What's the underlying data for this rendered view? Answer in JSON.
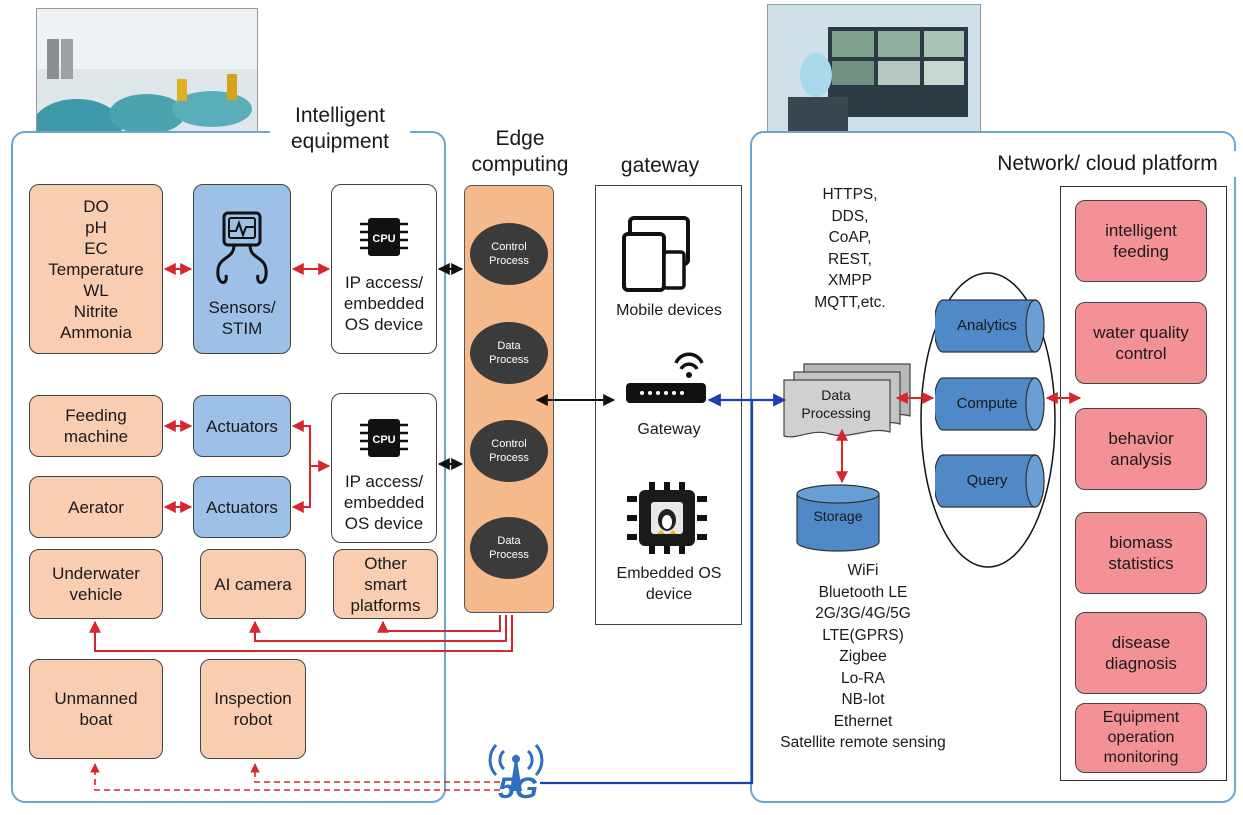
{
  "panels": {
    "intelligent_title": "Intelligent\nequipment",
    "edge_title": "Edge\ncomputing",
    "gateway_title": "gateway",
    "cloud_title": "Network/ cloud platform"
  },
  "left": {
    "params": "DO\npH\nEC\nTemperature\nWL\nNitrite\nAmmonia",
    "sensors": "Sensors/\nSTIM",
    "ip_device_1": "IP access/\nembedded\nOS device",
    "ip_device_2": "IP access/\nembedded\nOS device",
    "cpu_chip": "CPU",
    "feeding": "Feeding\nmachine",
    "aerator": "Aerator",
    "actuators_1": "Actuators",
    "actuators_2": "Actuators",
    "underwater": "Underwater\nvehicle",
    "ai_camera": "AI camera",
    "other_platforms": "Other\nsmart\nplatforms",
    "unmanned_boat": "Unmanned\nboat",
    "inspection_robot": "Inspection\nrobot"
  },
  "edge": {
    "ovals": [
      "Control\nProcess",
      "Data\nProcess",
      "Control\nProcess",
      "Data\nProcess"
    ]
  },
  "gateway": {
    "mobile_label": "Mobile devices",
    "gateway_label": "Gateway",
    "embedded_label": "Embedded OS\ndevice"
  },
  "cloud": {
    "protocols": "HTTPS,\nDDS,\nCoAP,\nREST,\nXMPP\nMQTT,etc.",
    "data_processing": "Data\nProcessing",
    "storage": "Storage",
    "networks": "WiFi\nBluetooth LE\n2G/3G/4G/5G\nLTE(GPRS)\nZigbee\nLo-RA\nNB-lot\nEthernet\nSatellite remote sensing",
    "cylinders": [
      "Analytics",
      "Compute",
      "Query"
    ],
    "services": [
      "intelligent\nfeeding",
      "water quality\ncontrol",
      "behavior\nanalysis",
      "biomass\nstatistics",
      "disease\ndiagnosis",
      "Equipment\noperation\nmonitoring"
    ]
  },
  "badge_5g": "5G",
  "colors": {
    "peach": "#f9cdb0",
    "blue": "#9dc0e6",
    "red": "#f49196",
    "panel_border": "#6aa6cf",
    "arrow_red": "#d7262e",
    "arrow_blue": "#1f3fae",
    "edge_orange": "#f5b98c"
  }
}
